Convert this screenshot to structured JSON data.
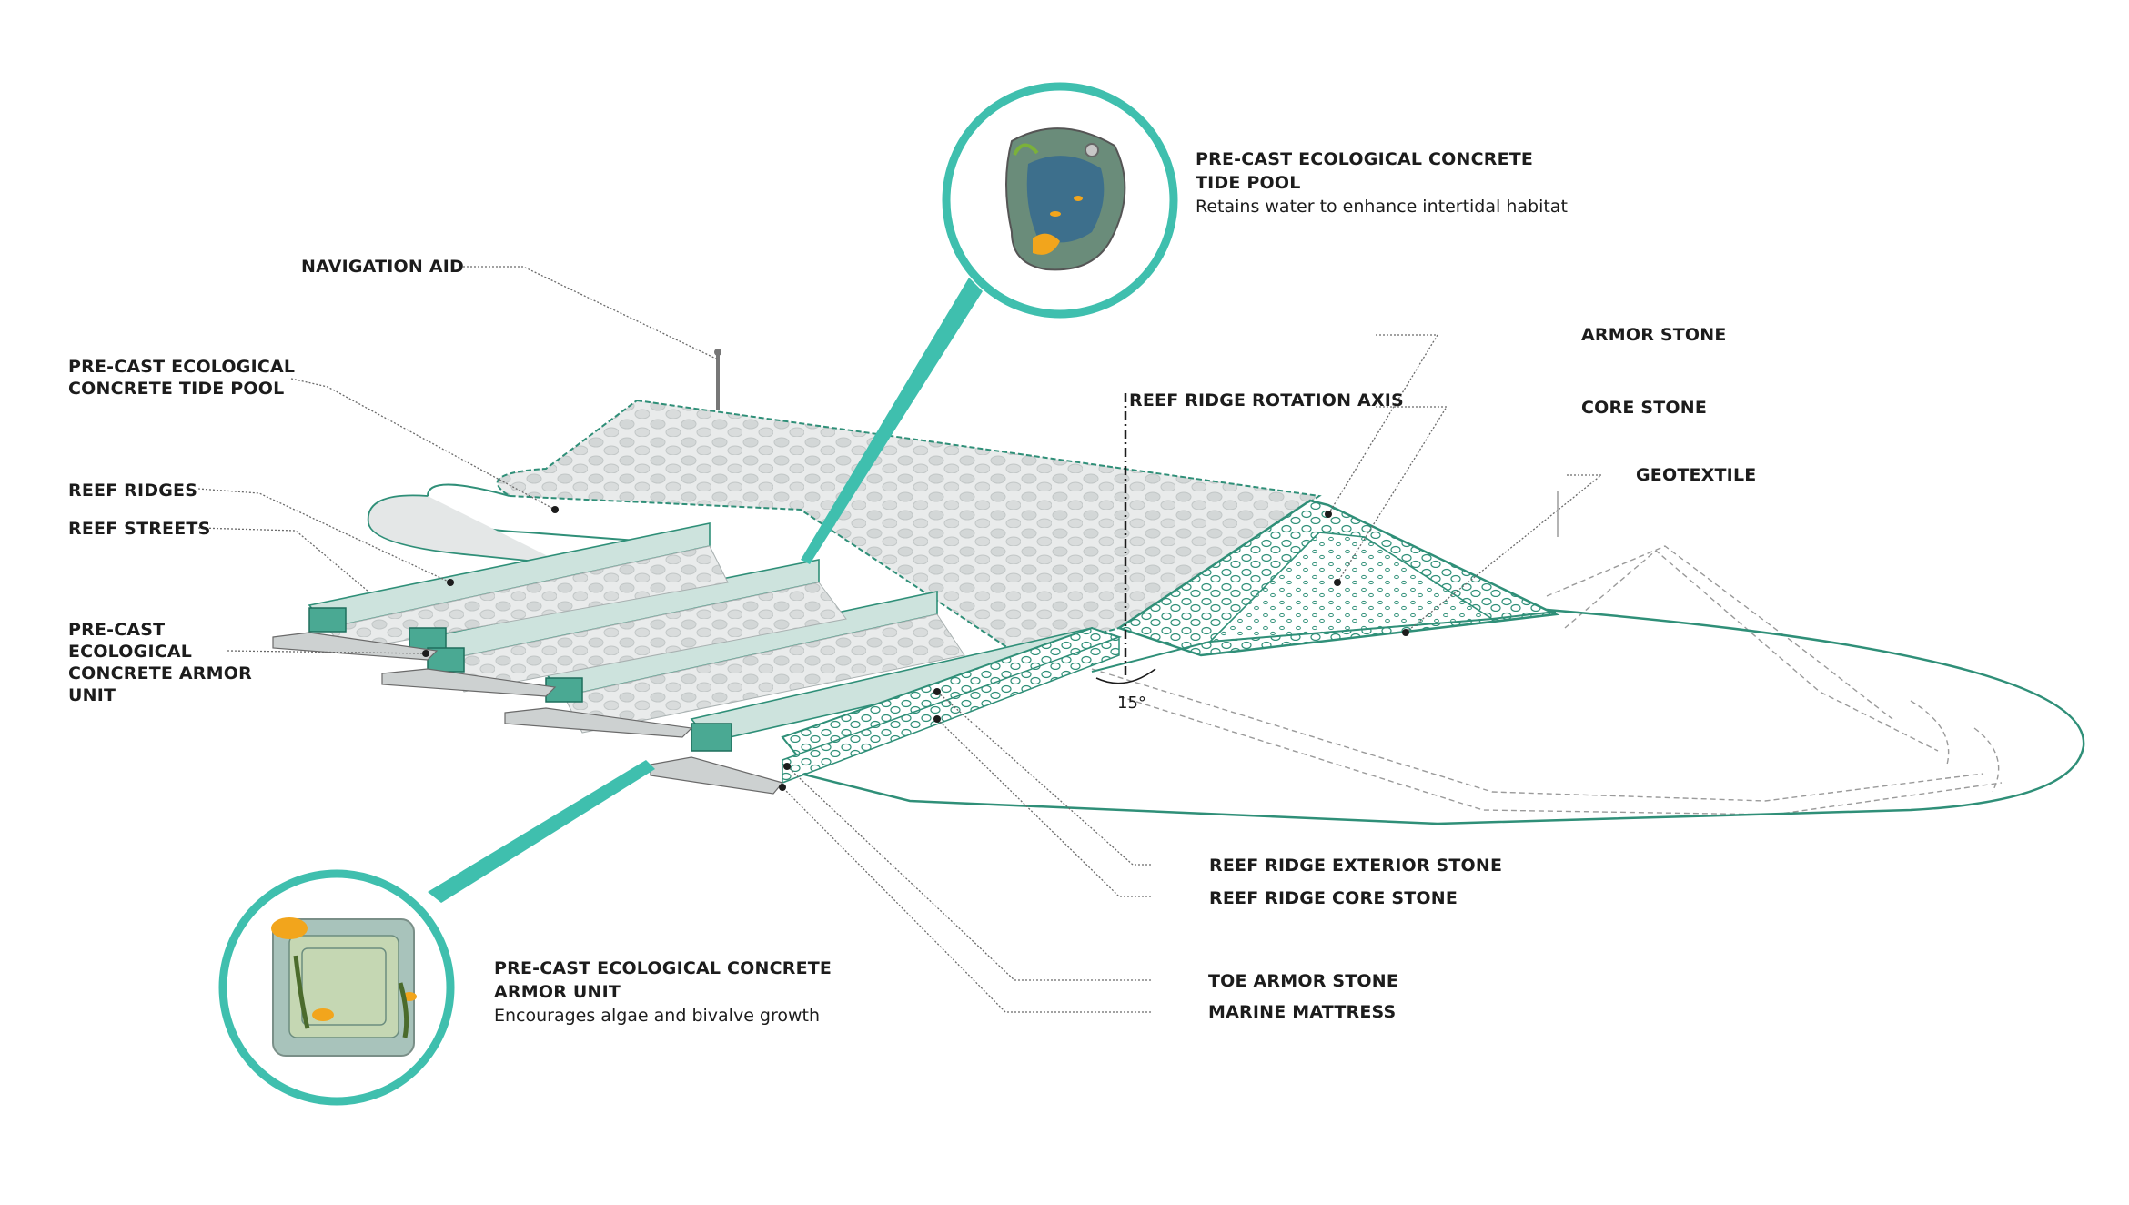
{
  "labels": {
    "navigation_aid": "NAVIGATION AID",
    "tide_pool_left_1": "PRE-CAST ECOLOGICAL",
    "tide_pool_left_2": "CONCRETE TIDE POOL",
    "reef_ridges": "REEF RIDGES",
    "reef_streets": "REEF STREETS",
    "armor_unit_left_1": "PRE-CAST",
    "armor_unit_left_2": "ECOLOGICAL",
    "armor_unit_left_3": "CONCRETE ARMOR",
    "armor_unit_left_4": "UNIT",
    "rotation_axis": "REEF RIDGE ROTATION AXIS",
    "angle": "15°",
    "armor_stone": "ARMOR STONE",
    "core_stone": "CORE STONE",
    "geotextile": "GEOTEXTILE",
    "ridge_exterior_stone": "REEF RIDGE EXTERIOR STONE",
    "ridge_core_stone": "REEF RIDGE CORE STONE",
    "toe_armor_stone": "TOE ARMOR STONE",
    "marine_mattress": "MARINE MATTRESS"
  },
  "callouts": {
    "tide_pool": {
      "title_1": "PRE-CAST ECOLOGICAL CONCRETE",
      "title_2": "TIDE POOL",
      "description": "Retains water to enhance intertidal habitat"
    },
    "armor_unit": {
      "title_1": "PRE-CAST ECOLOGICAL CONCRETE",
      "title_2": "ARMOR UNIT",
      "description": "Encourages algae and bivalve growth"
    }
  },
  "colors": {
    "accent_teal": "#3fbfae",
    "structure_green": "#2f8f78",
    "leader_gray": "#6a6a6a",
    "stone_gray": "#d9dcdc",
    "algae_orange": "#f2a51c"
  }
}
